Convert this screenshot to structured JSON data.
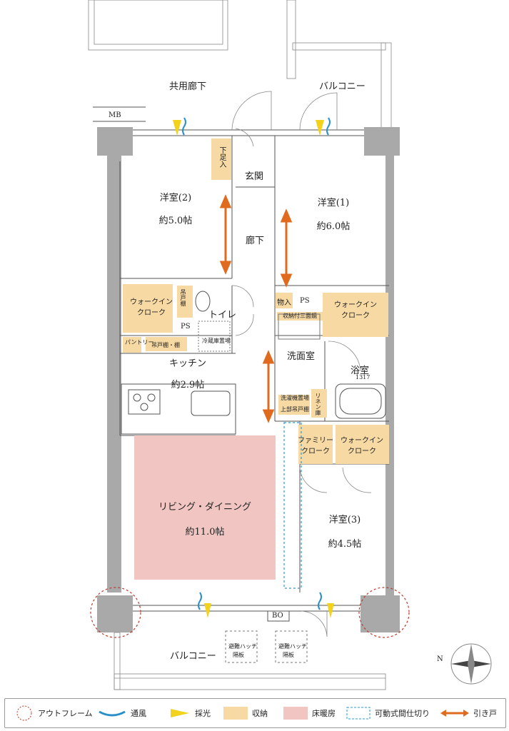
{
  "rooms": {
    "corridor_common": "共用廊下",
    "balcony_top": "バルコニー",
    "mb": "MB",
    "shoe_storage": "下足入",
    "entrance": "玄関",
    "hallway": "廊下",
    "room2_name": "洋室(2)",
    "room2_size": "約5.0帖",
    "room1_name": "洋室(1)",
    "room1_size": "約6.0帖",
    "wic_left": "ウォークイン\nクローク",
    "toilet": "トイレ",
    "toilet_shelf": "吊戸棚",
    "ps_left": "PS",
    "pantry": "パントリー",
    "kitchen_shelf": "吊戸棚・棚",
    "fridge": "冷蔵庫置場",
    "kitchen": "キッチン",
    "kitchen_size": "約2.9帖",
    "storage_small": "物入",
    "ps_right": "PS",
    "wic_right": "ウォークイン\nクローク",
    "washroom_shelf": "収納付三面鏡",
    "washroom": "洗面室",
    "bath": "浴室",
    "bath_size": "1317",
    "washer": "洗濯機置場",
    "washer_shelf": "上部吊戸棚",
    "linen": "リネン庫",
    "family_closet": "ファミリー\nクローク",
    "wic_bottom": "ウォークイン\nクローク",
    "living": "リビング・ダイニング",
    "living_size": "約11.0帖",
    "room3_name": "洋室(3)",
    "room3_size": "約4.5帖",
    "bo": "BO",
    "balcony_bottom": "バルコニー",
    "hatch1_a": "避難ハッチ",
    "hatch1_b": "隔板",
    "hatch2_a": "避難ハッチ",
    "hatch2_b": "隔板"
  },
  "compass": {
    "north": "N"
  },
  "legend": [
    {
      "icon": "outframe-icon",
      "label": "アウトフレーム"
    },
    {
      "icon": "ventilation-icon",
      "label": "通風"
    },
    {
      "icon": "daylight-icon",
      "label": "採光"
    },
    {
      "icon": "storage-swatch-icon",
      "label": "収納"
    },
    {
      "icon": "floor-heating-swatch-icon",
      "label": "床暖房"
    },
    {
      "icon": "movable-partition-icon",
      "label": "可動式間仕切り"
    },
    {
      "icon": "sliding-door-icon",
      "label": "引き戸"
    }
  ],
  "colors": {
    "storage": "#f6d9a3",
    "floor_heating": "#f1c6c2",
    "sliding_door": "#e06a1e",
    "ventilation": "#2a8fc9",
    "daylight": "#f2d21a",
    "outframe": "#c0392b",
    "partition": "#2a9ad8"
  }
}
